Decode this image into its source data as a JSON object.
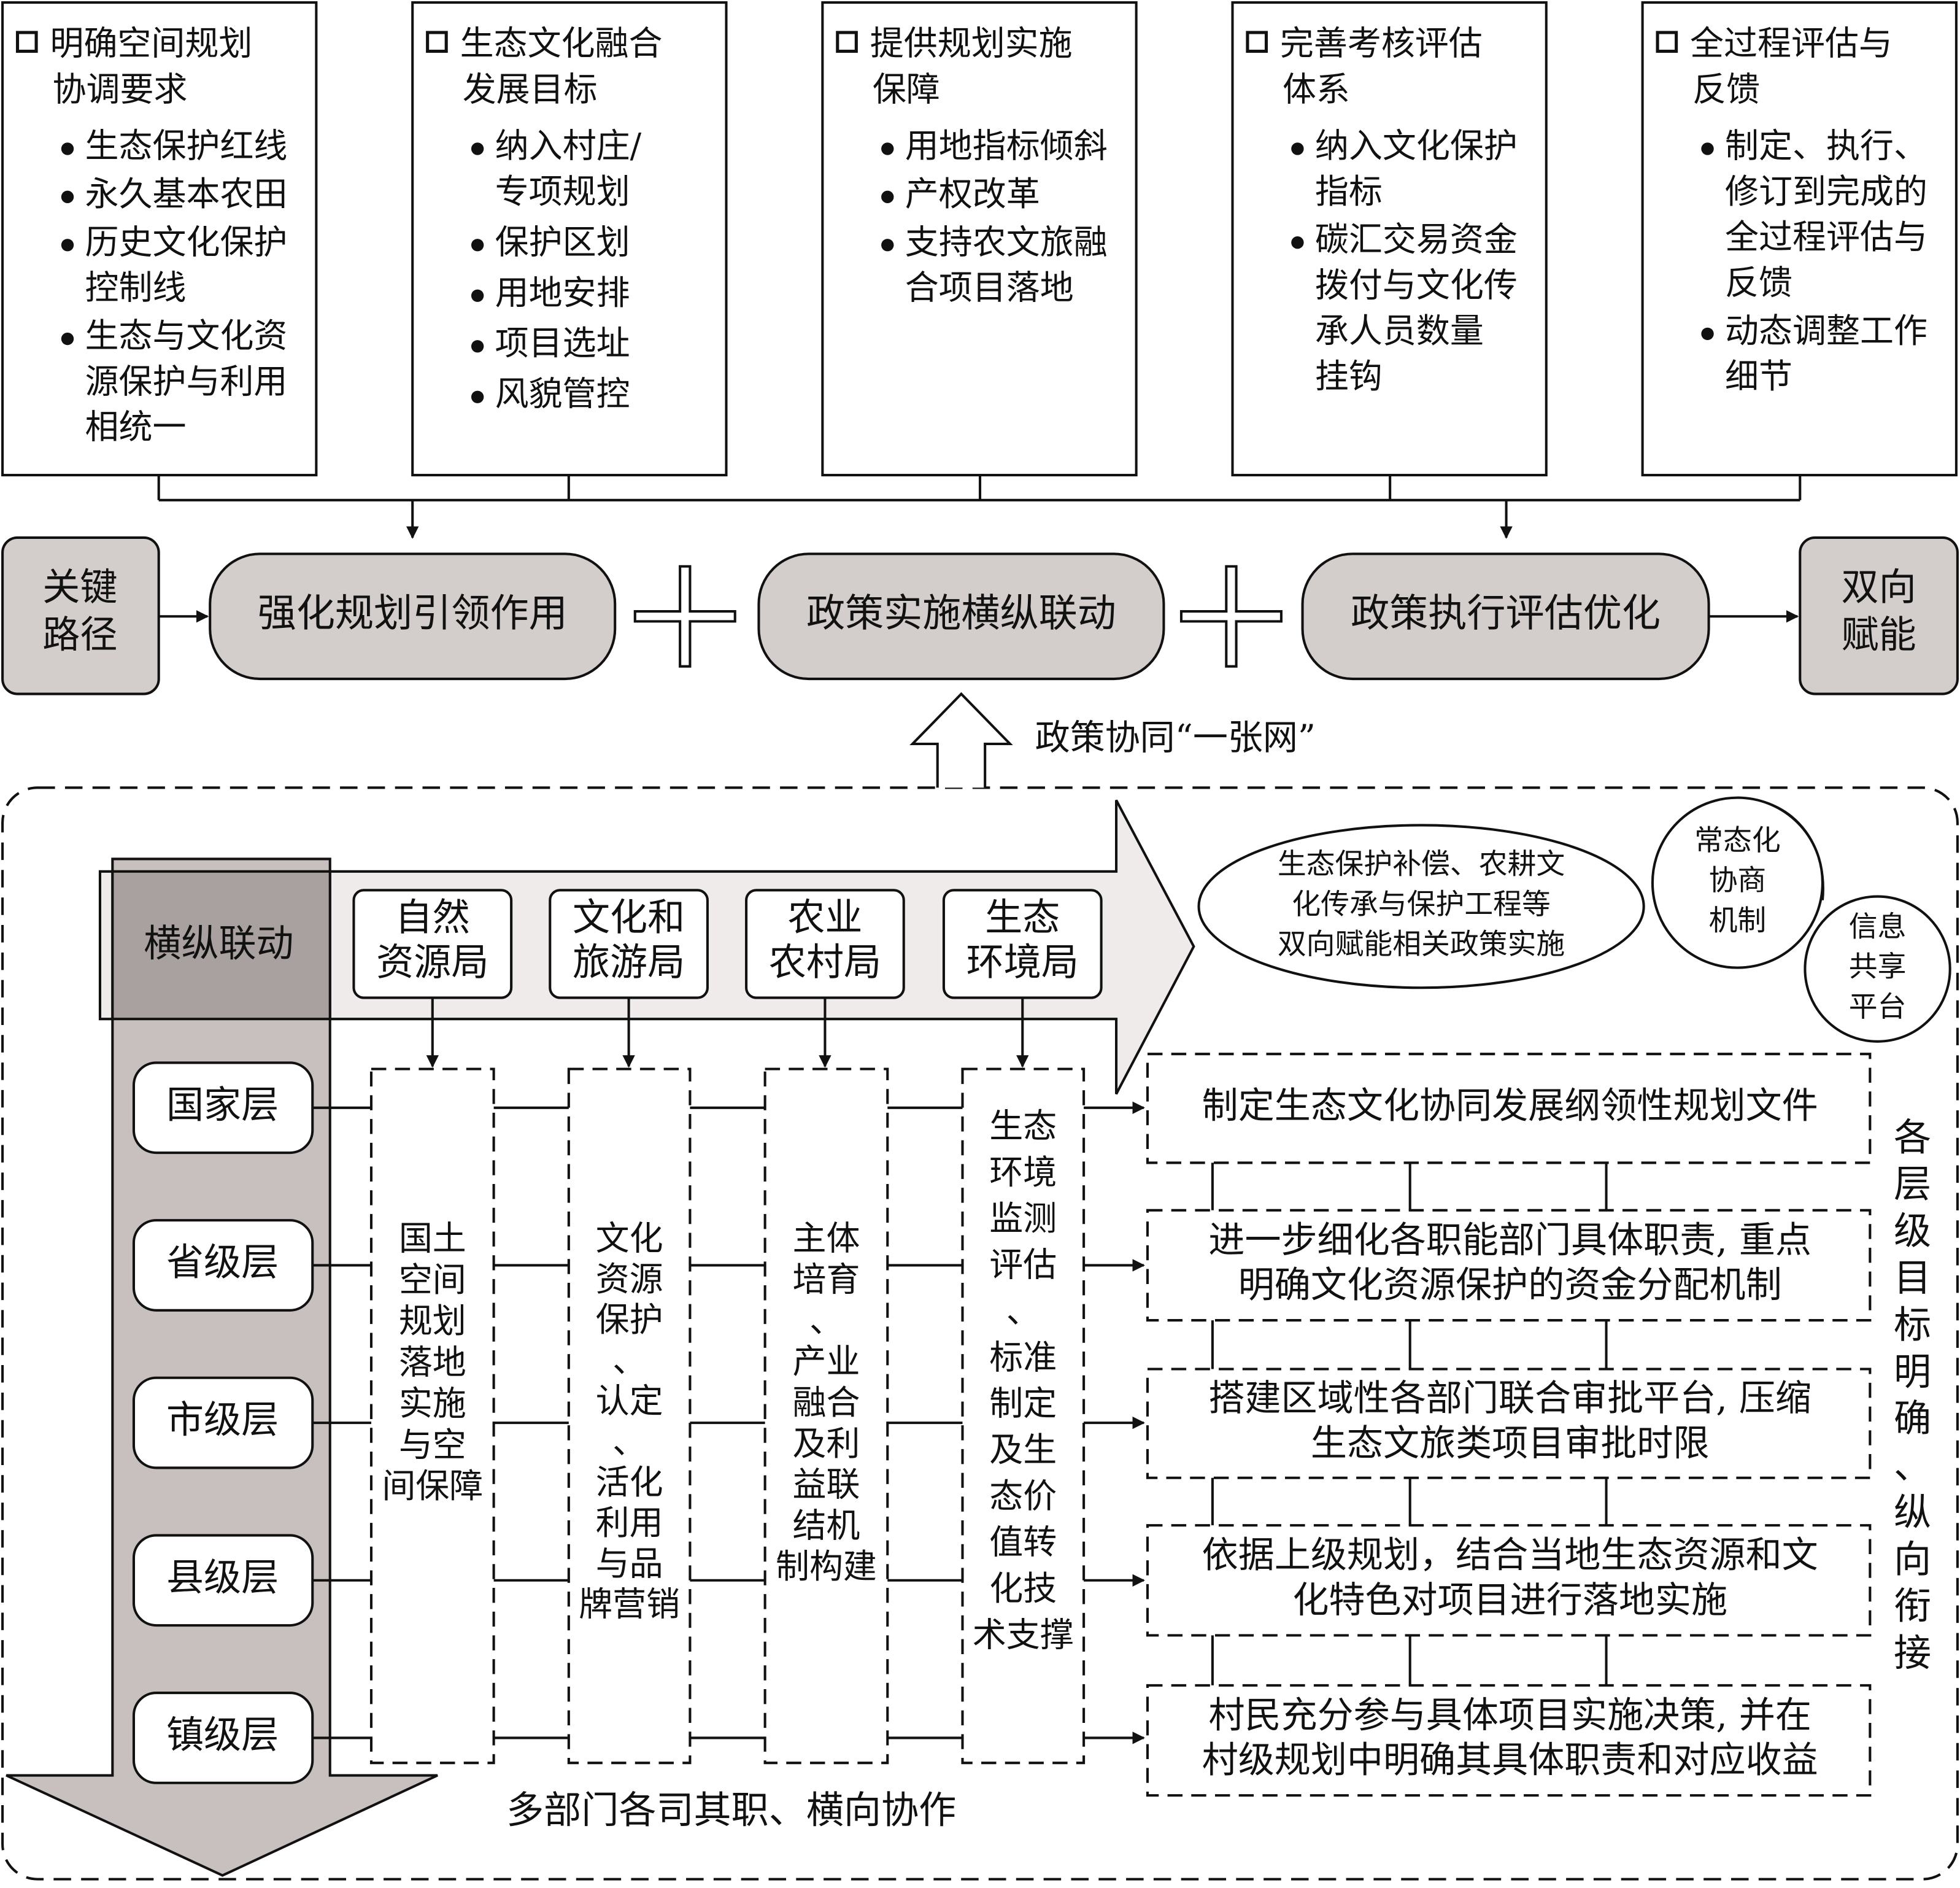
{
  "top_boxes": [
    {
      "title": [
        "明确空间规划",
        "协调要求"
      ],
      "bullets": [
        [
          "生态保护红线"
        ],
        [
          "永久基本农田"
        ],
        [
          "历史文化保护",
          "控制线"
        ],
        [
          "生态与文化资",
          "源保护与利用",
          "相统一"
        ]
      ]
    },
    {
      "title": [
        "生态文化融合",
        "发展目标"
      ],
      "bullets": [
        [
          "纳入村庄/",
          "专项规划"
        ],
        [
          "保护区划"
        ],
        [
          "用地安排"
        ],
        [
          "项目选址"
        ],
        [
          "风貌管控"
        ]
      ]
    },
    {
      "title": [
        "提供规划实施",
        "保障"
      ],
      "bullets": [
        [
          "用地指标倾斜"
        ],
        [
          "产权改革"
        ],
        [
          "支持农文旅融",
          "合项目落地"
        ]
      ]
    },
    {
      "title": [
        "完善考核评估",
        "体系"
      ],
      "bullets": [
        [
          "纳入文化保护",
          "指标"
        ],
        [
          "碳汇交易资金",
          "拨付与文化传",
          "承人员数量",
          "挂钩"
        ]
      ]
    },
    {
      "title": [
        "全过程评估与",
        "反馈"
      ],
      "bullets": [
        [
          "制定、执行、",
          "修订到完成的",
          "全过程评估与",
          "反馈"
        ],
        [
          "动态调整工作",
          "细节"
        ]
      ]
    }
  ],
  "path_row": {
    "start": [
      "关键",
      "路径"
    ],
    "steps": [
      "强化规划引领作用",
      "政策实施横纵联动",
      "政策执行评估优化"
    ],
    "end": [
      "双向",
      "赋能"
    ]
  },
  "network_label": "政策协同“一张网”",
  "linkage_label": "横纵联动",
  "departments": [
    [
      "自然",
      "资源局"
    ],
    [
      "文化和",
      "旅游局"
    ],
    [
      "农业",
      "农村局"
    ],
    [
      "生态",
      "环境局"
    ]
  ],
  "ellipse_text": [
    "生态保护补偿、农耕文",
    "化传承与保护工程等",
    "双向赋能相关政策实施"
  ],
  "circle_a": [
    "常态化",
    "协商",
    "机制"
  ],
  "circle_b": [
    "信息",
    "共享",
    "平台"
  ],
  "levels": [
    "国家层",
    "省级层",
    "市级层",
    "县级层",
    "镇级层"
  ],
  "columns": [
    [
      "国土",
      "空间",
      "规划",
      "落地",
      "实施",
      "与空",
      "间保障"
    ],
    [
      "文化",
      "资源",
      "保护",
      "、",
      "认定",
      "、",
      "活化",
      "利用",
      "与品",
      "牌营销"
    ],
    [
      "主体",
      "培育",
      "、",
      "产业",
      "融合",
      "及利",
      "益联",
      "结机",
      "制构建"
    ],
    [
      "生态",
      "环境",
      "监测",
      "评估",
      "、",
      "标准",
      "制定",
      "及生",
      "态价",
      "值转",
      "化技",
      "术支撑"
    ]
  ],
  "level_tasks": [
    [
      "制定生态文化协同发展纲领性规划文件"
    ],
    [
      "进一步细化各职能部门具体职责, 重点",
      "明确文化资源保护的资金分配机制"
    ],
    [
      "搭建区域性各部门联合审批平台, 压缩",
      "生态文旅类项目审批时限"
    ],
    [
      "依据上级规划，结合当地生态资源和文",
      "化特色对项目进行落地实施"
    ],
    [
      "村民充分参与具体项目实施决策, 并在",
      "村级规划中明确其具体职责和对应收益"
    ]
  ],
  "vertical_label": [
    "各",
    "层",
    "级",
    "目",
    "标",
    "明",
    "确",
    "、",
    "纵",
    "向",
    "衔",
    "接"
  ],
  "bottom_label": "多部门各司其职、横向协作",
  "colors": {
    "pill_fill": "#d3cdcb",
    "arrow_light": "#efebea",
    "arrow_dark": "#c7c0be",
    "overlap": "#a9a1a0"
  }
}
